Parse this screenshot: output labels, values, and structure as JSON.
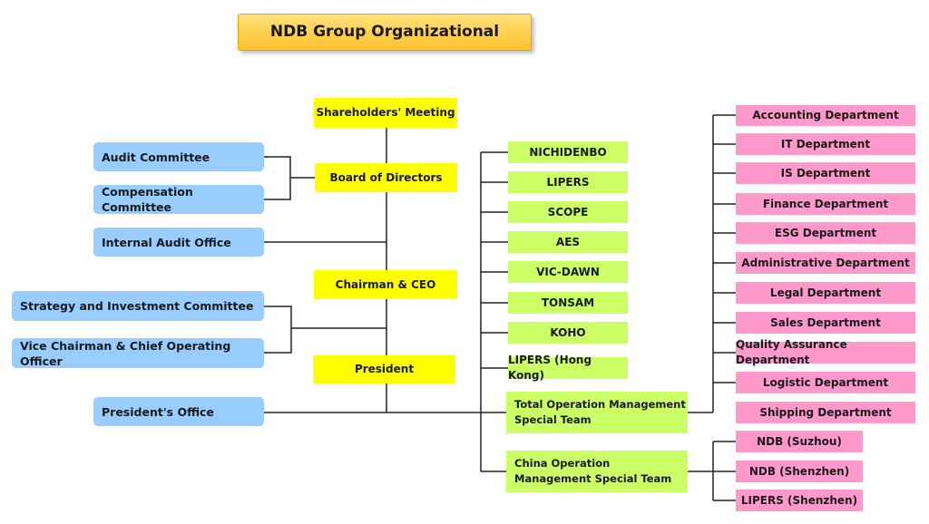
{
  "title": "NDB Group Organizational",
  "governance": {
    "shareholders": "Shareholders' Meeting",
    "board": "Board of Directors",
    "chairman": "Chairman & CEO",
    "president": "President"
  },
  "committees": {
    "audit": "Audit Committee",
    "compensation": "Compensation Committee",
    "internal_audit": "Internal Audit Office",
    "strategy": "Strategy and Investment Committee",
    "vice_chairman": "Vice Chairman & Chief Operating Officer",
    "presidents_office": "President's Office"
  },
  "subsidiaries": [
    "NICHIDENBO",
    "LIPERS",
    "SCOPE",
    "AES",
    "VIC-DAWN",
    "TONSAM",
    "KOHO",
    "LIPERS (Hong Kong)"
  ],
  "special_teams": {
    "total": "Total Operation Management Special Team",
    "china": "China Operation Management Special Team"
  },
  "departments": [
    "Accounting Department",
    "IT Department",
    "IS Department",
    "Finance Department",
    "ESG Department",
    "Administrative Department",
    "Legal Department",
    "Sales Department",
    "Quality Assurance Department",
    "Logistic Department",
    "Shipping Department"
  ],
  "china_units": [
    "NDB (Suzhou)",
    "NDB (Shenzhen)",
    "LIPERS (Shenzhen)"
  ],
  "colors": {
    "governance": "#ffff00",
    "committee": "#99ccff",
    "subsidiary": "#ccff66",
    "department": "#ff99cc",
    "line": "#222222"
  }
}
